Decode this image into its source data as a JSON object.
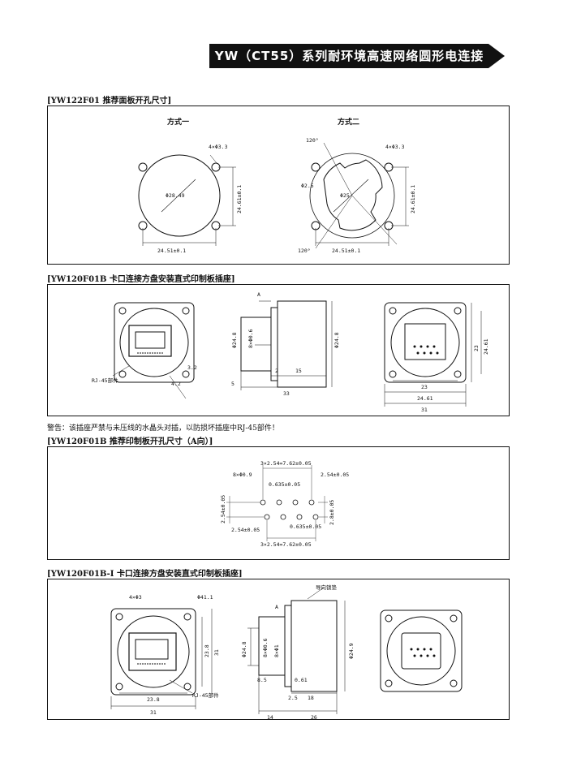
{
  "header": {
    "title": "YW（CT55）系列耐环境高速网络圆形电连接器"
  },
  "sections": [
    {
      "label": "[YW122F01 推荐面板开孔尺寸]",
      "method1": "方式一",
      "method2": "方式二",
      "dims": {
        "holes": "4×Φ3.3",
        "dia": "Φ28.49",
        "pitch": "24.51±0.1",
        "vpitch": "24.61±0.1",
        "ang": "120°",
        "r": "Φ2.5",
        "dia2": "Φ25"
      }
    },
    {
      "label": "[YW120F01B 卡口连接方盘安装直式印制板插座]",
      "dims": {
        "rj45": "RJ-45部件",
        "a": "A",
        "d248": "Φ24.8",
        "d06": "8×Φ0.6",
        "d2": "2",
        "d15": "15",
        "d5": "5",
        "d33": "33",
        "d23": "23",
        "d2461": "24.61",
        "d31": "31",
        "d32": "3.2",
        "d42": "4.2"
      }
    },
    {
      "label": "[YW120F01B 推荐印制板开孔尺寸（A向）]",
      "dims": {
        "top1": "3×2.54=7.62±0.05",
        "holes": "8×Φ0.9",
        "pitch": "2.54±0.05",
        "off": "0.635±0.05",
        "left": "2.54±0.05",
        "right": "2.8±0.05",
        "bot1": "2.54±0.05",
        "bot2": "0.635±0.05",
        "bot3": "3×2.54=7.62±0.05"
      }
    },
    {
      "label": "[YW120F01B-I 卡口连接方盘安装直式印制板插座]",
      "dims": {
        "holes": "4×Φ3",
        "d411": "Φ41.1",
        "guide": "导向锁垫",
        "a": "A",
        "d238": "23.8",
        "d31": "31",
        "d248": "Φ24.8",
        "d06": "8×Φ0.6",
        "d1": "8×Φ1",
        "d85": "8.5",
        "d061": "0.61",
        "d25": "2.5",
        "d18": "18",
        "d14": "14",
        "d26": "26",
        "rj45": "RJ-45部件",
        "d249": "Φ24.9"
      }
    }
  ],
  "warning": "警告：该插座严禁与未压线的水晶头对插，以防损坏插座中RJ-45部件！"
}
